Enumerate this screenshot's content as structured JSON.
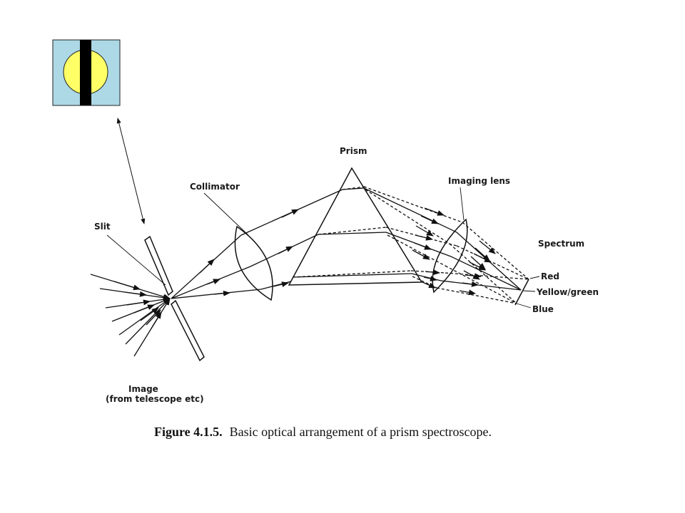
{
  "colors": {
    "inset_background": "#add8e6",
    "inset_disc": "#ffff66",
    "inset_bar": "#000000"
  },
  "labels": {
    "prism": "Prism",
    "collimator": "Collimator",
    "imaging_lens": "Imaging lens",
    "slit": "Slit",
    "spectrum": "Spectrum",
    "red": "Red",
    "yellow_green": "Yellow/green",
    "blue": "Blue",
    "image_line1": "Image",
    "image_line2": "(from telescope etc)"
  },
  "caption": {
    "number": "Figure 4.1.5.",
    "text": "Basic optical arrangement of a prism spectroscope."
  }
}
